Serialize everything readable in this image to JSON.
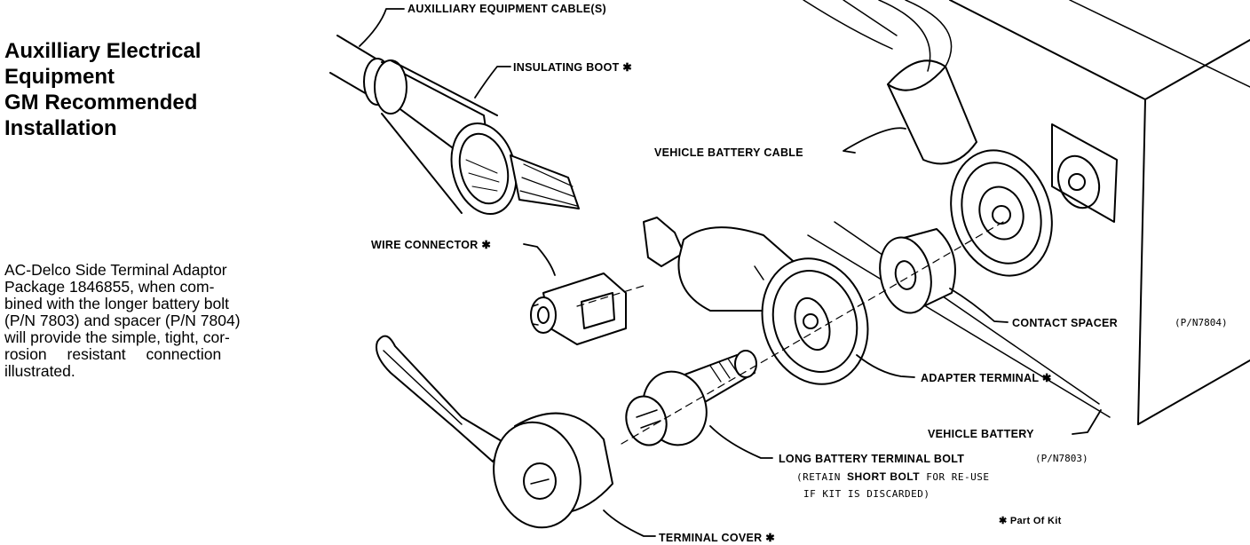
{
  "title": {
    "line1": "Auxilliary Electrical",
    "line2": "Equipment",
    "line3": "GM Recommended",
    "line4": "Installation"
  },
  "description": {
    "line1": "AC-Delco Side Terminal Adaptor",
    "line2": "Package 1846855, when com-",
    "line3": "bined with the longer battery bolt",
    "line4": "(P/N 7803) and spacer (P/N 7804)",
    "line5": "will provide the simple, tight, cor-",
    "line6": "rosion resistant connection",
    "line7": "illustrated."
  },
  "labels": {
    "aux_cables": "AUXILLIARY EQUIPMENT CABLE(S)",
    "insulating_boot": "INSULATING BOOT ✱",
    "vehicle_battery_cable": "VEHICLE BATTERY CABLE",
    "wire_connector": "WIRE CONNECTOR ✱",
    "contact_spacer": "CONTACT SPACER",
    "contact_spacer_pn": "(P/N7804)",
    "adapter_terminal": "ADAPTER TERMINAL ✱",
    "vehicle_battery": "VEHICLE BATTERY",
    "long_bolt": "LONG BATTERY TERMINAL BOLT",
    "long_bolt_pn": "(P/N7803)",
    "retain_note_pre": "(RETAIN",
    "retain_note_bold": "SHORT BOLT",
    "retain_note_post": "FOR RE-USE",
    "retain_note_line2": "IF KIT IS DISCARDED)",
    "part_of_kit": "✱ Part Of Kit",
    "terminal_cover": "TERMINAL COVER ✱"
  }
}
